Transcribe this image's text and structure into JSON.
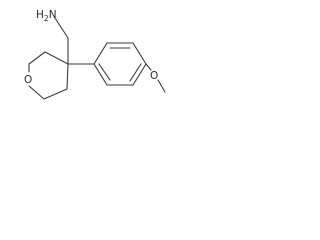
{
  "molecule": {
    "atoms": {
      "amine": {
        "element": "H",
        "count": "2",
        "suffix": "N"
      },
      "ring_oxygen": "O",
      "ether_oxygen": "O"
    },
    "bond_color": "#3a3a3a",
    "label_color": "#2b2b2b"
  }
}
